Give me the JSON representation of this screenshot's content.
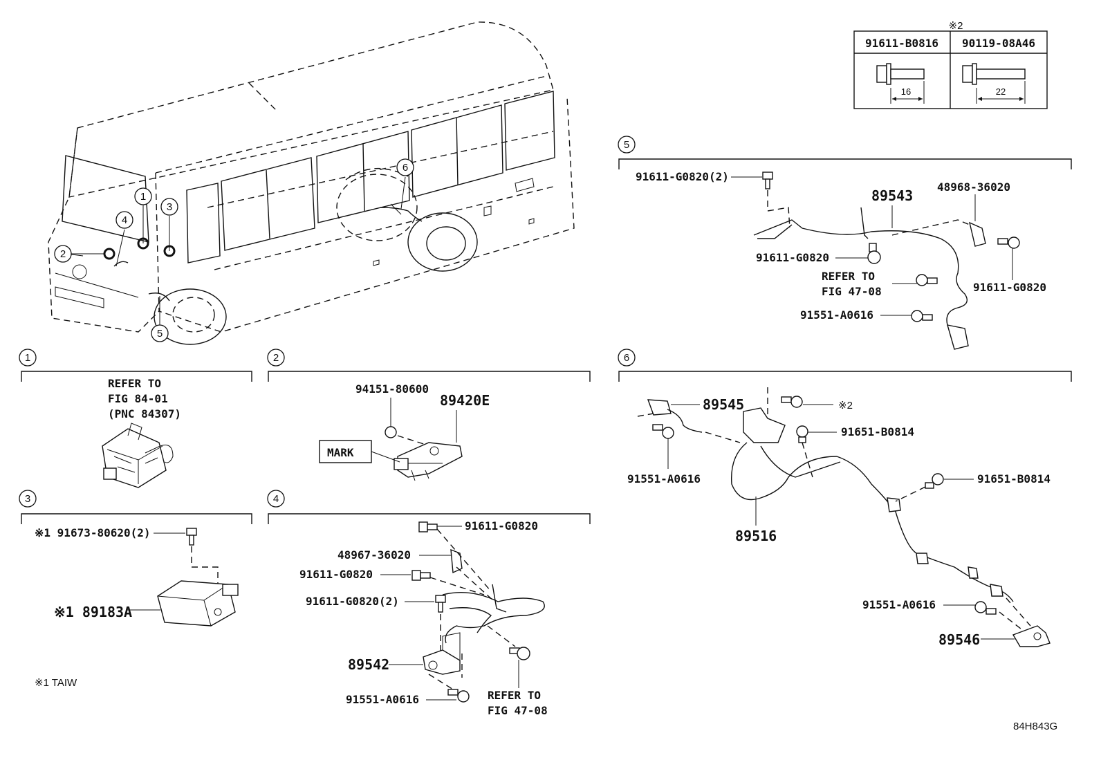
{
  "spec_table": {
    "note_mark": "※2",
    "columns": [
      {
        "part": "91611-B0816",
        "dimension": "16"
      },
      {
        "part": "90119-08A46",
        "dimension": "22"
      }
    ]
  },
  "callouts": [
    "1",
    "2",
    "3",
    "4",
    "5",
    "6"
  ],
  "section1": {
    "number": "1",
    "refer_lines": [
      "REFER TO",
      "FIG 84-01",
      "(PNC 84307)"
    ]
  },
  "section2": {
    "number": "2",
    "nut": "94151-80600",
    "sensor": "89420E",
    "mark_label": "MARK"
  },
  "section3": {
    "number": "3",
    "bolt": "※1 91673-80620(2)",
    "sensor": "※1 89183A"
  },
  "section4": {
    "number": "4",
    "bolt_top": "91611-G0820",
    "bracket": "48967-36020",
    "bolt_mid": "91611-G0820",
    "bolt_two": "91611-G0820(2)",
    "harness": "89542",
    "bolt_bottom": "91551-A0616",
    "refer_lines": [
      "REFER TO",
      "FIG 47-08"
    ]
  },
  "section5": {
    "number": "5",
    "bolt_two": "91611-G0820(2)",
    "harness": "89543",
    "bracket": "48968-36020",
    "bolt_center": "91611-G0820",
    "refer_lines": [
      "REFER TO",
      "FIG 47-08"
    ],
    "bolt_right": "91611-G0820",
    "bolt_bottom": "91551-A0616"
  },
  "section6": {
    "number": "6",
    "sensor_front": "89545",
    "note_bolt": "※2",
    "bolt_a": "91651-B0814",
    "bolt_left": "91551-A0616",
    "bolt_b": "91651-B0814",
    "harness": "89516",
    "bolt_lower": "91551-A0616",
    "sensor_rear": "89546"
  },
  "footnote": "※1 TAIW",
  "figure_code": "84H843G"
}
